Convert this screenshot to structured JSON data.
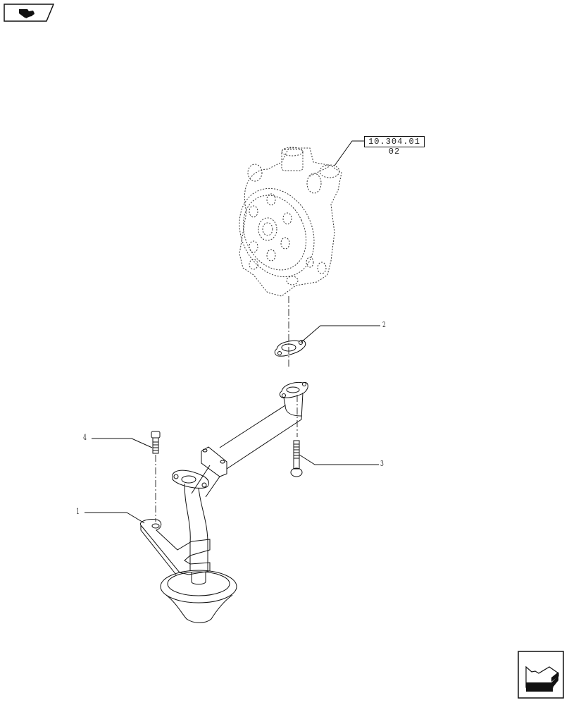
{
  "diagram": {
    "type": "exploded-parts-view",
    "subject": "Oil pump suction pipe assembly",
    "reference_label": "10.304.01 02",
    "callouts": [
      {
        "id": "1",
        "label": "1",
        "part": "bracket"
      },
      {
        "id": "2",
        "label": "2",
        "part": "gasket"
      },
      {
        "id": "3",
        "label": "3",
        "part": "bolt"
      },
      {
        "id": "4",
        "label": "4",
        "part": "bolt"
      }
    ],
    "parts_shown": [
      "oil pump (phantom)",
      "gasket",
      "suction pipe",
      "strainer",
      "bracket",
      "bolt",
      "bolt"
    ]
  },
  "navigation": {
    "top_icon": "book-page-icon",
    "bottom_icon": "back-arrow-icon"
  },
  "colors": {
    "line": "#111111",
    "background": "#ffffff"
  }
}
